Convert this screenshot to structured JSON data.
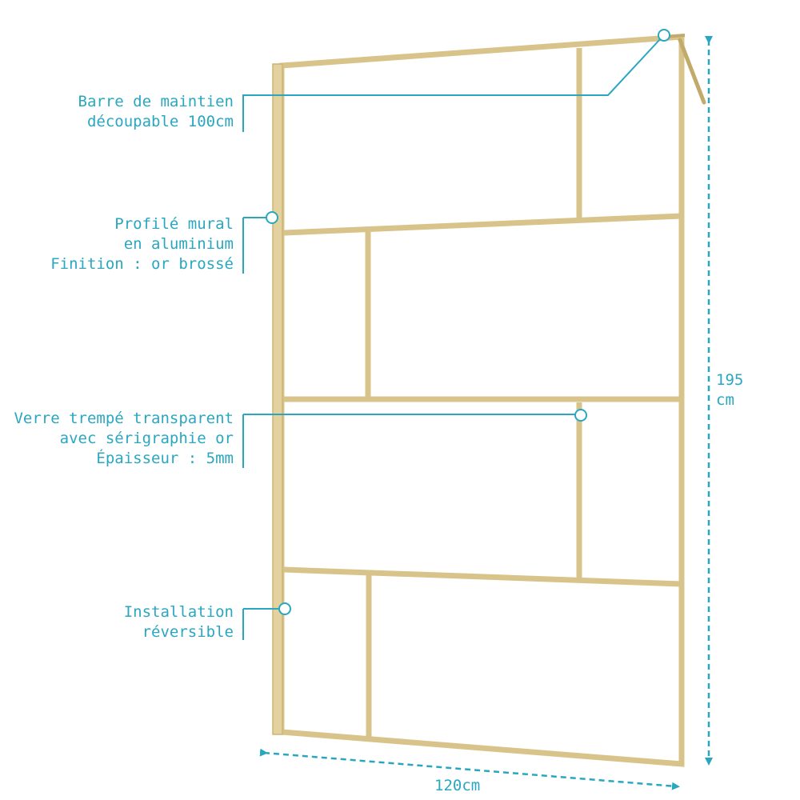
{
  "callouts": {
    "barre": {
      "line1": "Barre de maintien",
      "line2": "découpable 100cm"
    },
    "profile": {
      "line1": "Profilé mural",
      "line2": "en aluminium",
      "line3": "Finition : or brossé"
    },
    "verre": {
      "line1": "Verre trempé transparent",
      "line2": "avec sérigraphie or",
      "line3": "Épaisseur : 5mm"
    },
    "installation": {
      "line1": "Installation",
      "line2": "réversible"
    }
  },
  "dimensions": {
    "height": {
      "value": "195",
      "unit": "cm"
    },
    "width": "120cm"
  },
  "colors": {
    "frame_gold": "#d8c48a",
    "frame_gold_dark": "#c2ab6a",
    "annotation": "#2aa7c0"
  }
}
